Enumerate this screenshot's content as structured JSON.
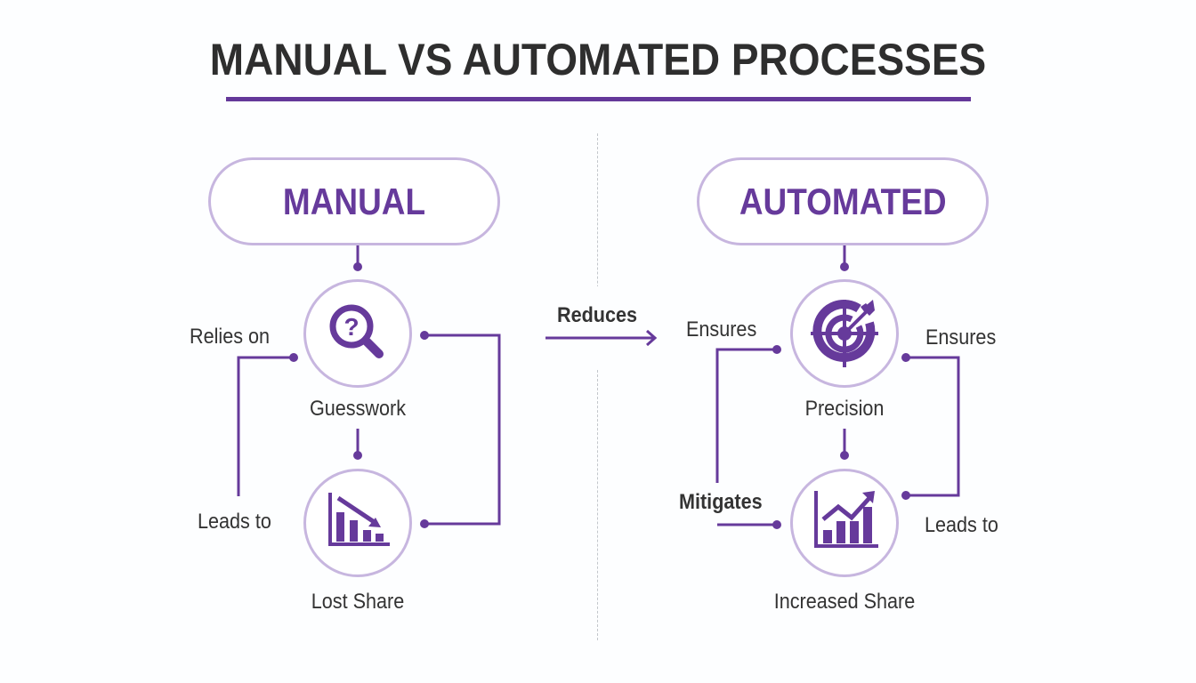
{
  "title": "MANUAL VS AUTOMATED PROCESSES",
  "colors": {
    "accent": "#663a9b",
    "border": "#c7b6df",
    "text": "#333333",
    "divider": "#c3c7cc"
  },
  "manual": {
    "header": "MANUAL",
    "node1": {
      "label": "Guesswork",
      "icon": "magnifier-question-icon"
    },
    "node2": {
      "label": "Lost Share",
      "icon": "declining-bar-chart-icon"
    },
    "left_connector_top": "Relies on",
    "left_connector_bottom": "Leads to"
  },
  "middle": {
    "arrow_label": "Reduces"
  },
  "automated": {
    "header": "AUTOMATED",
    "node1": {
      "label": "Precision",
      "icon": "target-arrow-icon"
    },
    "node2": {
      "label": "Increased Share",
      "icon": "growth-bar-chart-icon"
    },
    "left_connector_top": "Ensures",
    "left_connector_bottom": "Mitigates",
    "right_connector_top": "Ensures",
    "right_connector_bottom": "Leads to"
  }
}
